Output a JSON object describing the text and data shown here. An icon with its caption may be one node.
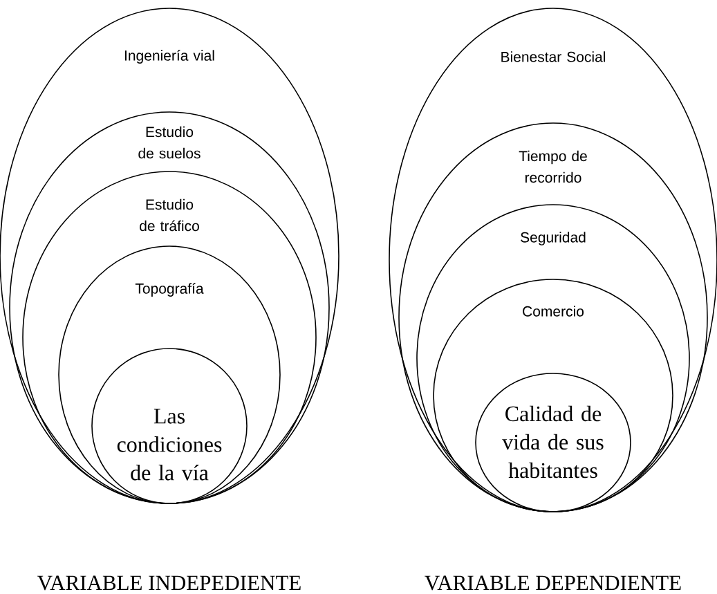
{
  "diagram": {
    "nodes": [
      {
        "text": [
          "Ingeniería vial"
        ]
      },
      {
        "text": [
          "Estudio de suelos"
        ],
        "in": 0
      },
      {
        "text": [
          "Estudio de tráfico"
        ],
        "in": 1
      },
      {
        "text": [
          "Topografía"
        ],
        "in": 2
      },
      {
        "text": [
          "Las condiciones de la vía"
        ],
        "in": 3
      },
      {
        "text": [
          "Bienestar Social"
        ]
      },
      {
        "text": [
          "Tiempo de recorrido"
        ],
        "in": 5
      },
      {
        "text": [
          "Seguridad"
        ],
        "in": 6
      },
      {
        "text": [
          "Comercio"
        ],
        "in": 7
      },
      {
        "text": [
          "Calidad de vida de sus habitantes"
        ],
        "in": 8
      }
    ],
    "labels": [
      "VARIABLE INDEPEDIENTE",
      "VARIABLE DEPENDIENTE"
    ]
  }
}
